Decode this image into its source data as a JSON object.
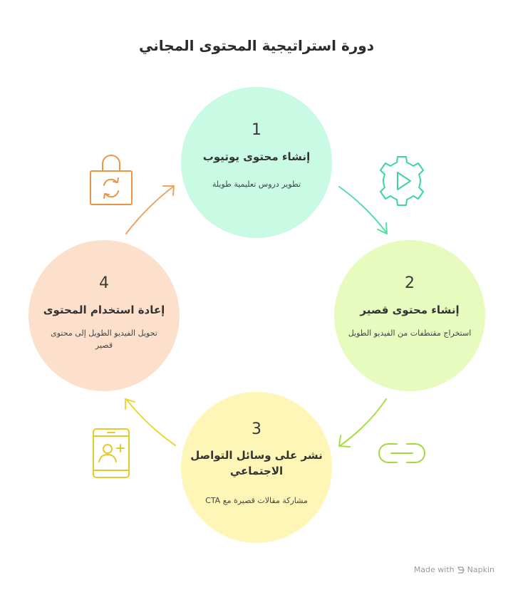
{
  "title": "دورة استراتيجية المحتوى المجاني",
  "steps": [
    {
      "number": "1",
      "heading": "إنشاء محتوى يوتيوب",
      "description": "تطوير دروس تعليمية طويلة",
      "color": "#c8fae4",
      "icon": "gear-play-icon",
      "icon_color": "#3fd69b"
    },
    {
      "number": "2",
      "heading": "إنشاء محتوى قصير",
      "description": "استخراج مقتطفات من الفيديو الطويل",
      "color": "#e8fbbf",
      "icon": "link-icon",
      "icon_color": "#a5d840"
    },
    {
      "number": "3",
      "heading": "نشر على وسائل التواصل الاجتماعي",
      "description": "مشاركة مقالات قصيرة مع CTA",
      "color": "#fdf6b6",
      "icon": "add-user-phone-icon",
      "icon_color": "#e6c92a"
    },
    {
      "number": "4",
      "heading": "إعادة استخدام المحتوى",
      "description": "تحويل الفيديو الطويل إلى محتوى قصير",
      "color": "#fde0cc",
      "icon": "recycle-bag-icon",
      "icon_color": "#ec9545"
    }
  ],
  "footer": {
    "made_with": "Made with",
    "brand": "Napkin"
  }
}
